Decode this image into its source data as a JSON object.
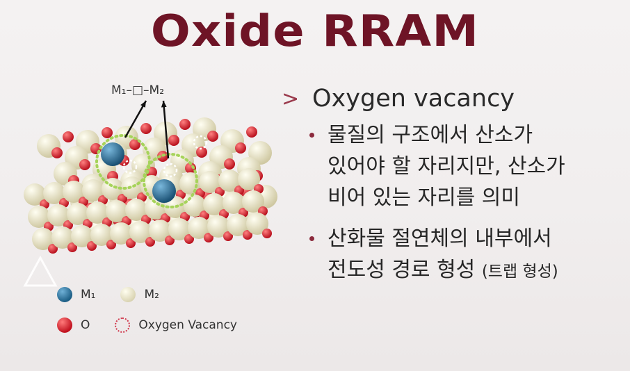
{
  "title": "Oxide RRAM",
  "diagram": {
    "formula": "M₁–□–M₂"
  },
  "legend": [
    {
      "label": "M₁",
      "color": "#1d5f86",
      "icon": "m1-ball-icon"
    },
    {
      "label": "M₂",
      "color": "#e8e2c0",
      "icon": "m2-ball-icon"
    },
    {
      "label": "O",
      "color": "#c1121f",
      "icon": "oxygen-ball-icon"
    },
    {
      "label": "Oxygen Vacancy",
      "color": "#d0354a",
      "icon": "vacancy-dotted-circle-icon"
    }
  ],
  "section": {
    "marker": ">",
    "heading": "Oxygen vacancy",
    "bullets": [
      {
        "lines": [
          "물질의 구조에서 산소가",
          "있어야 할 자리지만, 산소가",
          "비어 있는 자리를 의미"
        ]
      },
      {
        "lines": [
          "산화물 절연체의 내부에서",
          "전도성 경로 형성"
        ],
        "suffix": "(트랩 형성)"
      }
    ]
  },
  "colors": {
    "title": "#6e1426",
    "accent": "#9a3a4c",
    "text": "#262626",
    "vacancy_ring": "#a6d35a"
  }
}
